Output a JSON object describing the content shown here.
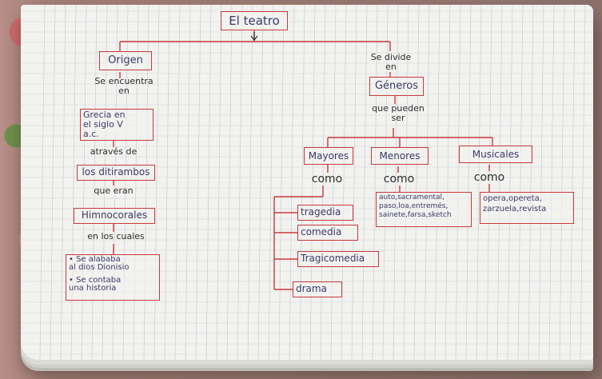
{
  "title": "El teatro",
  "left": {
    "origen": "Origen",
    "connector1": "Se encuentra\nen",
    "grecia": "Grecia en\nel siglo V\na.c.",
    "connector2": "através de",
    "ditirambos": "los ditirambos",
    "connector3": "que eran",
    "himnos": "Himnocorales",
    "connector4": "en los cuales",
    "bullet1": "• Se alababa\nal dios Dionisio",
    "bullet2": "• Se contaba\nuna historia"
  },
  "right": {
    "connector_divide": "Se divide\nen",
    "generos": "Géneros",
    "connector_pueden": "que pueden\nser",
    "mayores": "Mayores",
    "menores": "Menores",
    "musicales": "Musicales",
    "como1": "como",
    "como2": "como",
    "como3": "como",
    "tragedia": "tragedia",
    "comedia": "comedia",
    "tragicomedia": "Tragicomedia",
    "drama": "drama",
    "menores_list": "auto,sacramental,\npaso,loa,entremés,\nsainete,farsa,sketch",
    "musicales_list": "opera,opereta,\nzarzuela,revista"
  },
  "colors": {
    "box_border": "#c83a3a",
    "ink": "#3b3b6a",
    "paper": "#f2f2ef"
  }
}
